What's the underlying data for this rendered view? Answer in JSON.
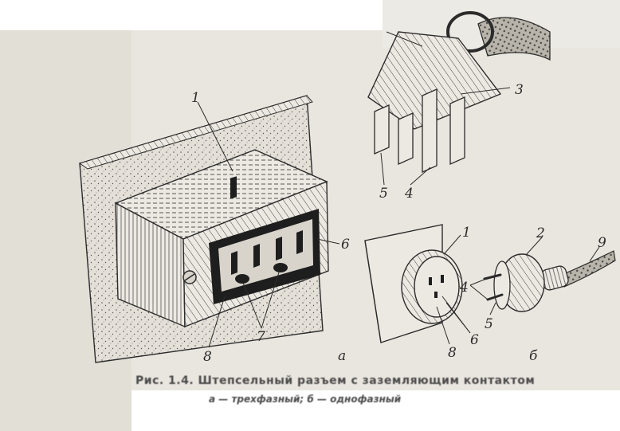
{
  "colors": {
    "paper": "#e9e6df",
    "ink": "#2b2b2b",
    "wall": "#d6d2c9",
    "dark": "#1e1e1e"
  },
  "labels": {
    "a1": "1",
    "a6": "6",
    "a7": "7",
    "a8": "8",
    "p3": "3",
    "p4": "4",
    "p5": "5",
    "b1": "1",
    "b2": "2",
    "b4": "4",
    "b5": "5",
    "b6": "6",
    "b8": "8",
    "b9": "9",
    "fig_a": "а",
    "fig_b": "б"
  },
  "caption": {
    "line1": "Рис. 1.4. Штепсельный разъем с заземляющим контактом",
    "line2": "а — трехфазный; б — однофазный"
  }
}
